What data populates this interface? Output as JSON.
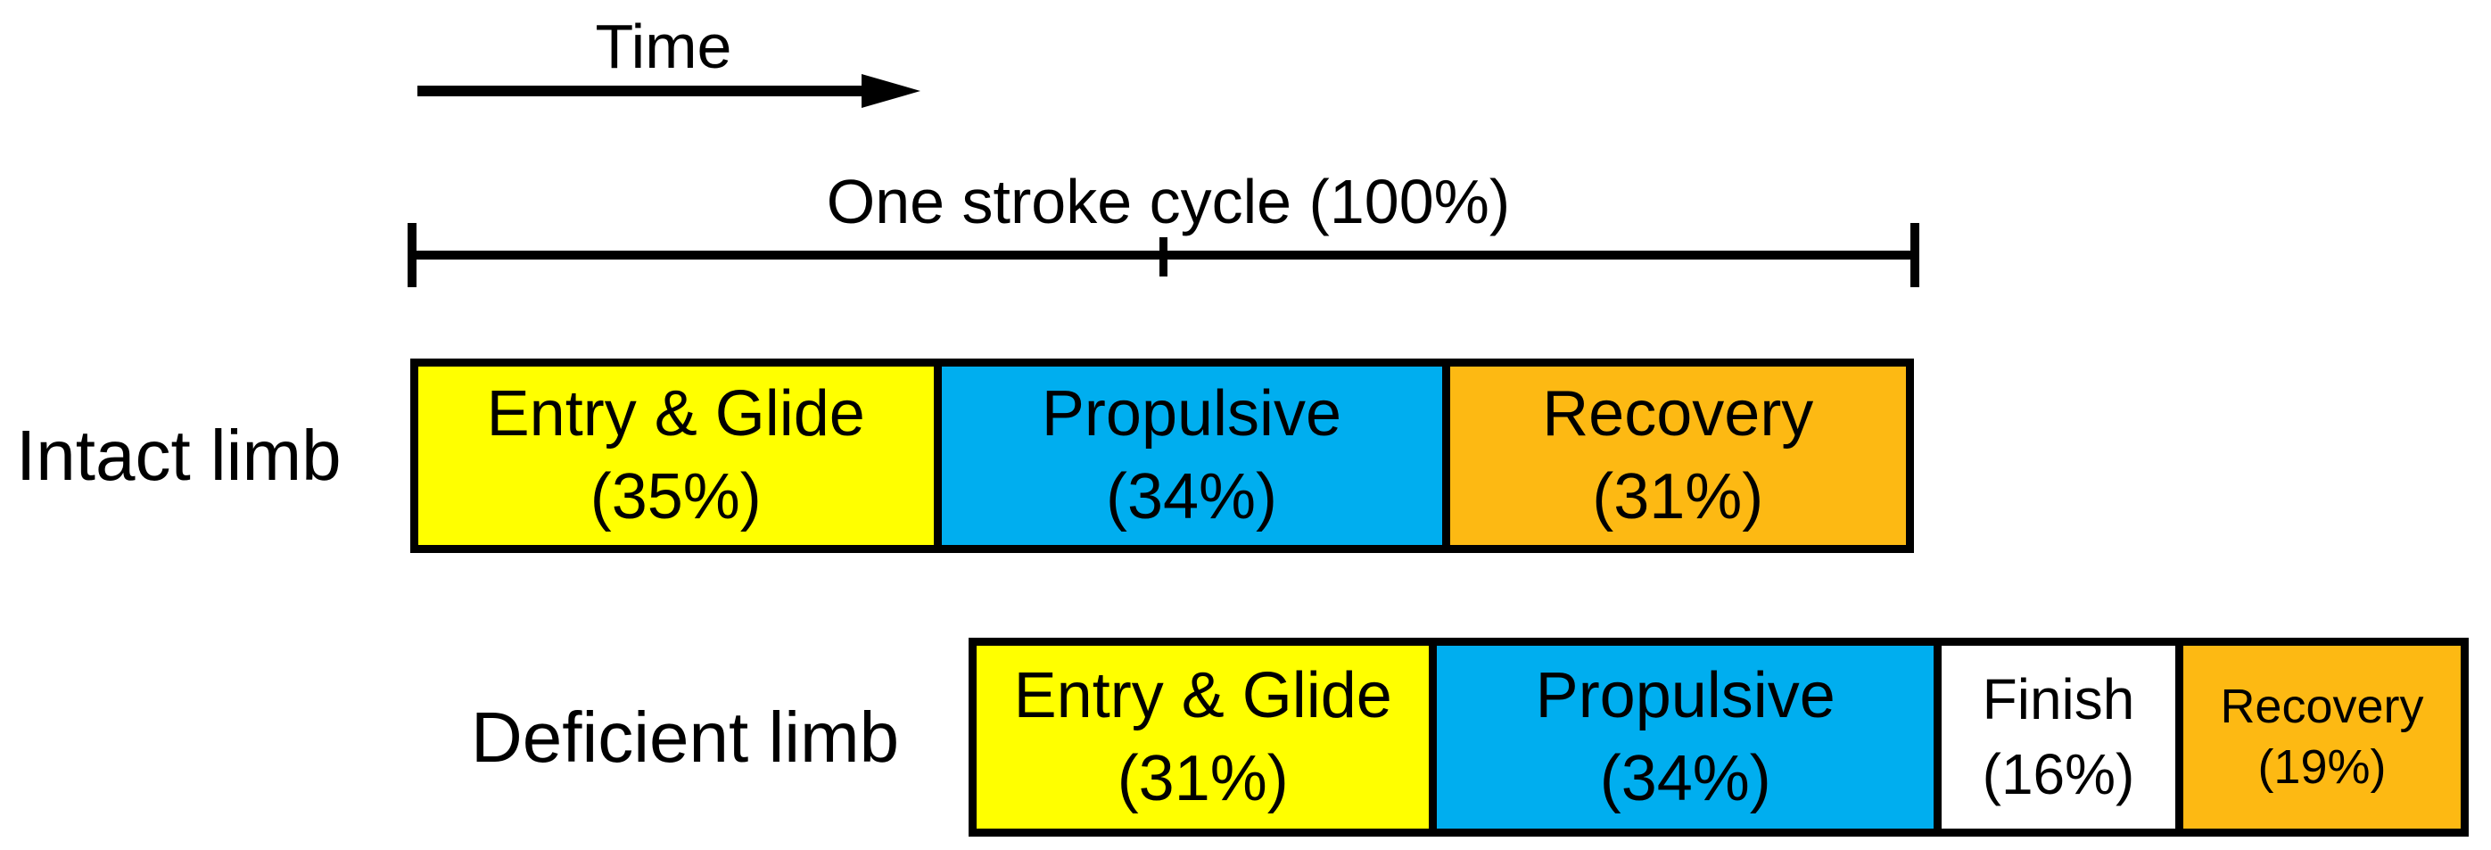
{
  "colors": {
    "yellow": "#FFFF00",
    "blue": "#00AEEF",
    "orange": "#FDB913",
    "white": "#FFFFFF",
    "line": "#000000"
  },
  "time_axis": {
    "label": "Time"
  },
  "stroke_cycle": {
    "label": "One stroke cycle (100%)"
  },
  "rows": [
    {
      "label": "Intact limb",
      "segments": [
        {
          "id": "entry-glide",
          "name": "Entry & Glide",
          "pct_label": "(35%)",
          "value": 35,
          "color": "yellow",
          "size": "default"
        },
        {
          "id": "propulsive",
          "name": "Propulsive",
          "pct_label": "(34%)",
          "value": 34,
          "color": "blue",
          "size": "default"
        },
        {
          "id": "recovery",
          "name": "Recovery",
          "pct_label": "(31%)",
          "value": 31,
          "color": "orange",
          "size": "default"
        }
      ]
    },
    {
      "label": "Deficient limb",
      "segments": [
        {
          "id": "entry-glide",
          "name": "Entry & Glide",
          "pct_label": "(31%)",
          "value": 31,
          "color": "yellow",
          "size": "default"
        },
        {
          "id": "propulsive",
          "name": "Propulsive",
          "pct_label": "(34%)",
          "value": 34,
          "color": "blue",
          "size": "default"
        },
        {
          "id": "finish",
          "name": "Finish",
          "pct_label": "(16%)",
          "value": 16,
          "color": "white",
          "size": "mid"
        },
        {
          "id": "recovery",
          "name": "Recovery",
          "pct_label": "(19%)",
          "value": 19,
          "color": "orange",
          "size": "small"
        }
      ]
    }
  ],
  "chart_data": {
    "type": "bar",
    "subtype": "horizontal-stacked-timeline",
    "title": "One stroke cycle (100%)",
    "xlabel": "Time",
    "categories": [
      "Intact limb",
      "Deficient limb"
    ],
    "series": [
      {
        "name": "Entry & Glide",
        "values": [
          35,
          31
        ]
      },
      {
        "name": "Propulsive",
        "values": [
          34,
          34
        ]
      },
      {
        "name": "Finish",
        "values": [
          0,
          16
        ]
      },
      {
        "name": "Recovery",
        "values": [
          31,
          19
        ]
      }
    ],
    "units": "percent of stroke cycle",
    "legend_position": "none",
    "grid": false,
    "notes": "Deficient limb bar is offset to the right relative to the intact limb bar along the time axis"
  }
}
